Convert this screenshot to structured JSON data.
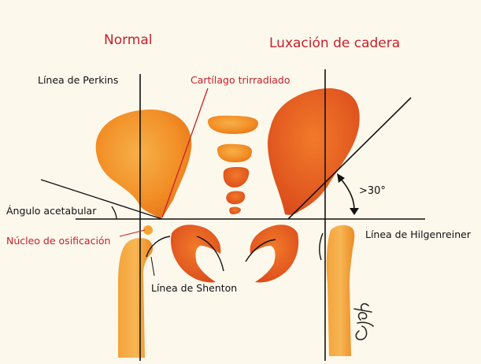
{
  "labels": {
    "normal": "Normal",
    "luxacion": "Luxación de cadera",
    "perkins": "Línea de Perkins",
    "cartilago": "Cartílago trirradiado",
    "angulo": "Ángulo acetabular",
    "nucleo": "Núcleo de osificación",
    "hilgenreiner": "Línea de Hilgenreiner",
    "shenton": "Línea de Shenton",
    "greater30": ">30°"
  },
  "signature": "Cpb",
  "colors": {
    "background": "#fdf8ec",
    "bone": "#f39a2e",
    "bone_dark": "#e8631e",
    "label_red": "#c8202a",
    "line": "#111111"
  }
}
